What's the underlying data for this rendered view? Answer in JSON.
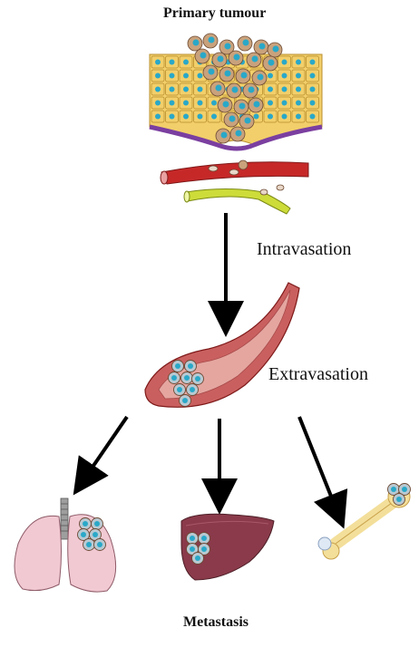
{
  "labels": {
    "top_title": "Primary tumour",
    "step_intravasation": "Intravasation",
    "step_extravasation": "Extravasation",
    "bottom_title": "Metastasis"
  },
  "colors": {
    "epithelium": "#f2cf6a",
    "epithelium_border": "#b98f2e",
    "nucleus": "#2aa8c8",
    "tumour_cell": "#c9a27c",
    "basement_membrane": "#7b3fa0",
    "blood_vessel": "#c62828",
    "lymph_vessel": "#cddc39",
    "vessel_interior": "#d98a8a",
    "lung": "#f1c9d3",
    "liver": "#8a3a4a",
    "bone": "#f3df9a",
    "arrow": "#000000"
  },
  "icons": [
    "primary-tumour-tissue",
    "blood-vessel",
    "lymphatic-vessel",
    "opened-vessel-with-tumour-cluster",
    "lungs-icon",
    "liver-icon",
    "bone-icon"
  ]
}
